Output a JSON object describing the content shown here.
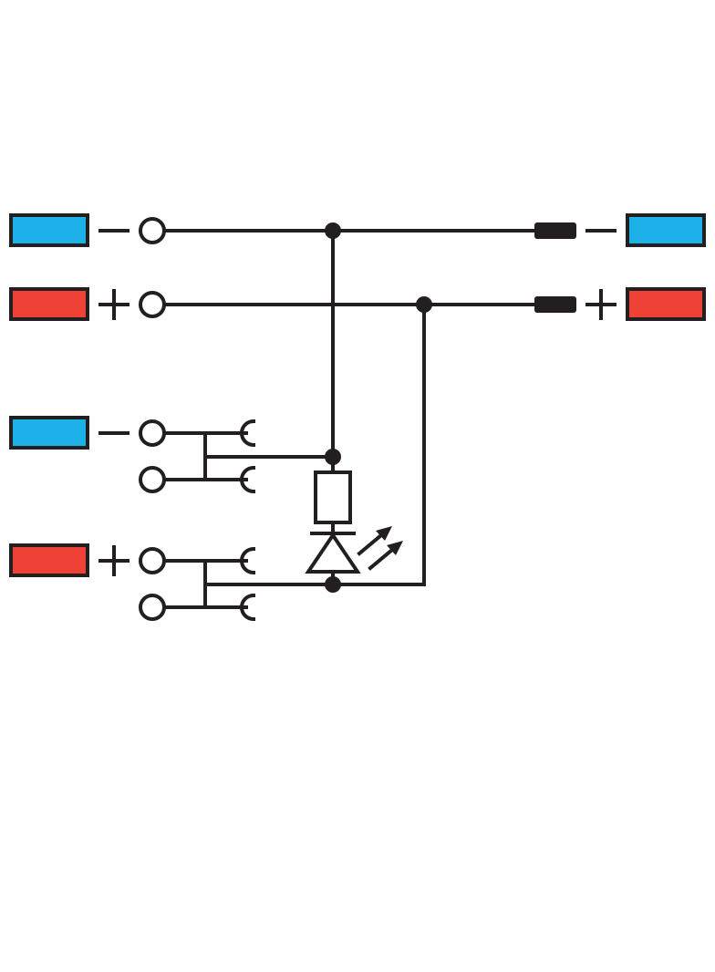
{
  "colors": {
    "negative": "#1cb1e8",
    "positive": "#ef4136",
    "line": "#231f20",
    "background": "#ffffff"
  },
  "diagram": {
    "rows": [
      {
        "id": "main-minus",
        "polarity": "negative",
        "side": "both"
      },
      {
        "id": "main-plus",
        "polarity": "positive",
        "side": "both"
      },
      {
        "id": "aux-minus",
        "polarity": "negative",
        "side": "left"
      },
      {
        "id": "aux-plus",
        "polarity": "positive",
        "side": "left"
      }
    ],
    "components": {
      "resistor": "resistor-symbol",
      "led": "led-symbol"
    }
  }
}
